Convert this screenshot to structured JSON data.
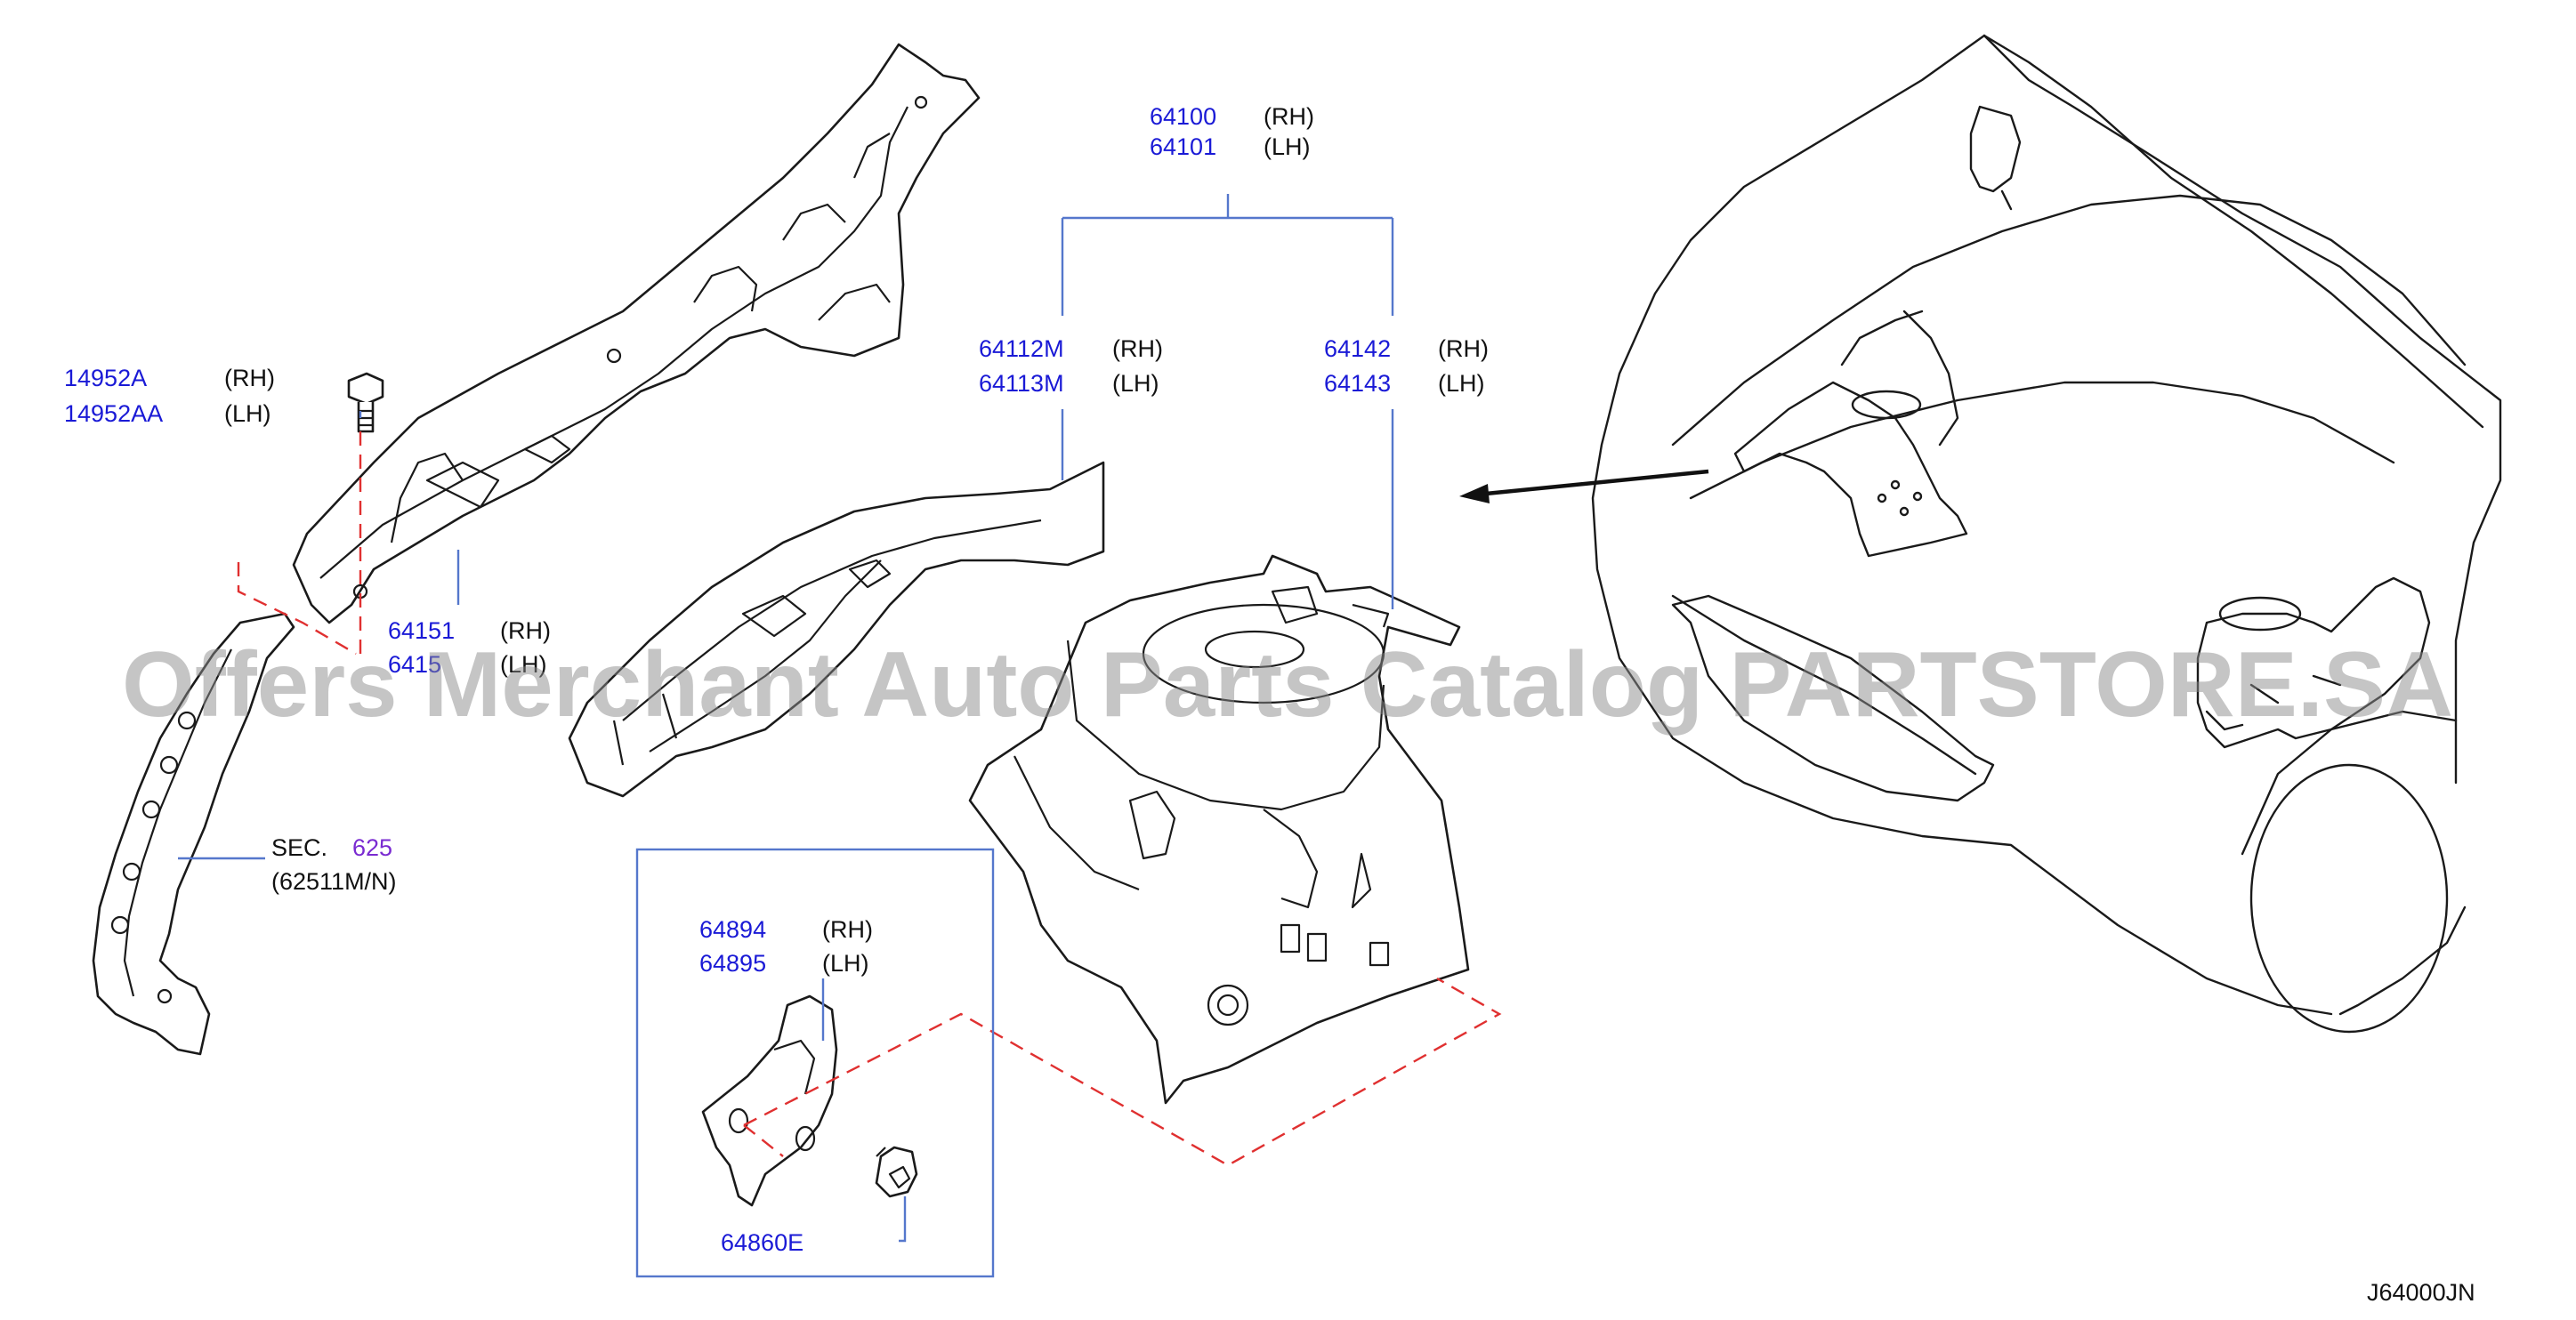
{
  "watermark": "Offers Merchant Auto Parts Catalog PARTSTORE.SA",
  "diagram_code": "J64000JN",
  "colors": {
    "part_number": "#1a1ad6",
    "section_ref": "#7a2bd1",
    "leader": "#5577cc",
    "alignment_dash": "#e03030"
  },
  "callouts": {
    "c64100": {
      "number": "64100",
      "side": "(RH)"
    },
    "c64101": {
      "number": "64101",
      "side": "(LH)"
    },
    "c64112m": {
      "number": "64112M",
      "side": "(RH)"
    },
    "c64113m": {
      "number": "64113M",
      "side": "(LH)"
    },
    "c64142": {
      "number": "64142",
      "side": "(RH)"
    },
    "c64143": {
      "number": "64143",
      "side": "(LH)"
    },
    "c14952a": {
      "number": "14952A",
      "side": "(RH)"
    },
    "c14952aa": {
      "number": "14952AA",
      "side": "(LH)"
    },
    "c64151": {
      "number": "64151",
      "side": "(RH)"
    },
    "c64152": {
      "number": "6415",
      "side": "(LH)"
    },
    "sec": {
      "prefix": "SEC.",
      "number": "625",
      "sub": "(62511M/N)"
    },
    "c64894": {
      "number": "64894",
      "side": "(RH)"
    },
    "c64895": {
      "number": "64895",
      "side": "(LH)"
    },
    "c64860e": {
      "number": "64860E"
    }
  }
}
